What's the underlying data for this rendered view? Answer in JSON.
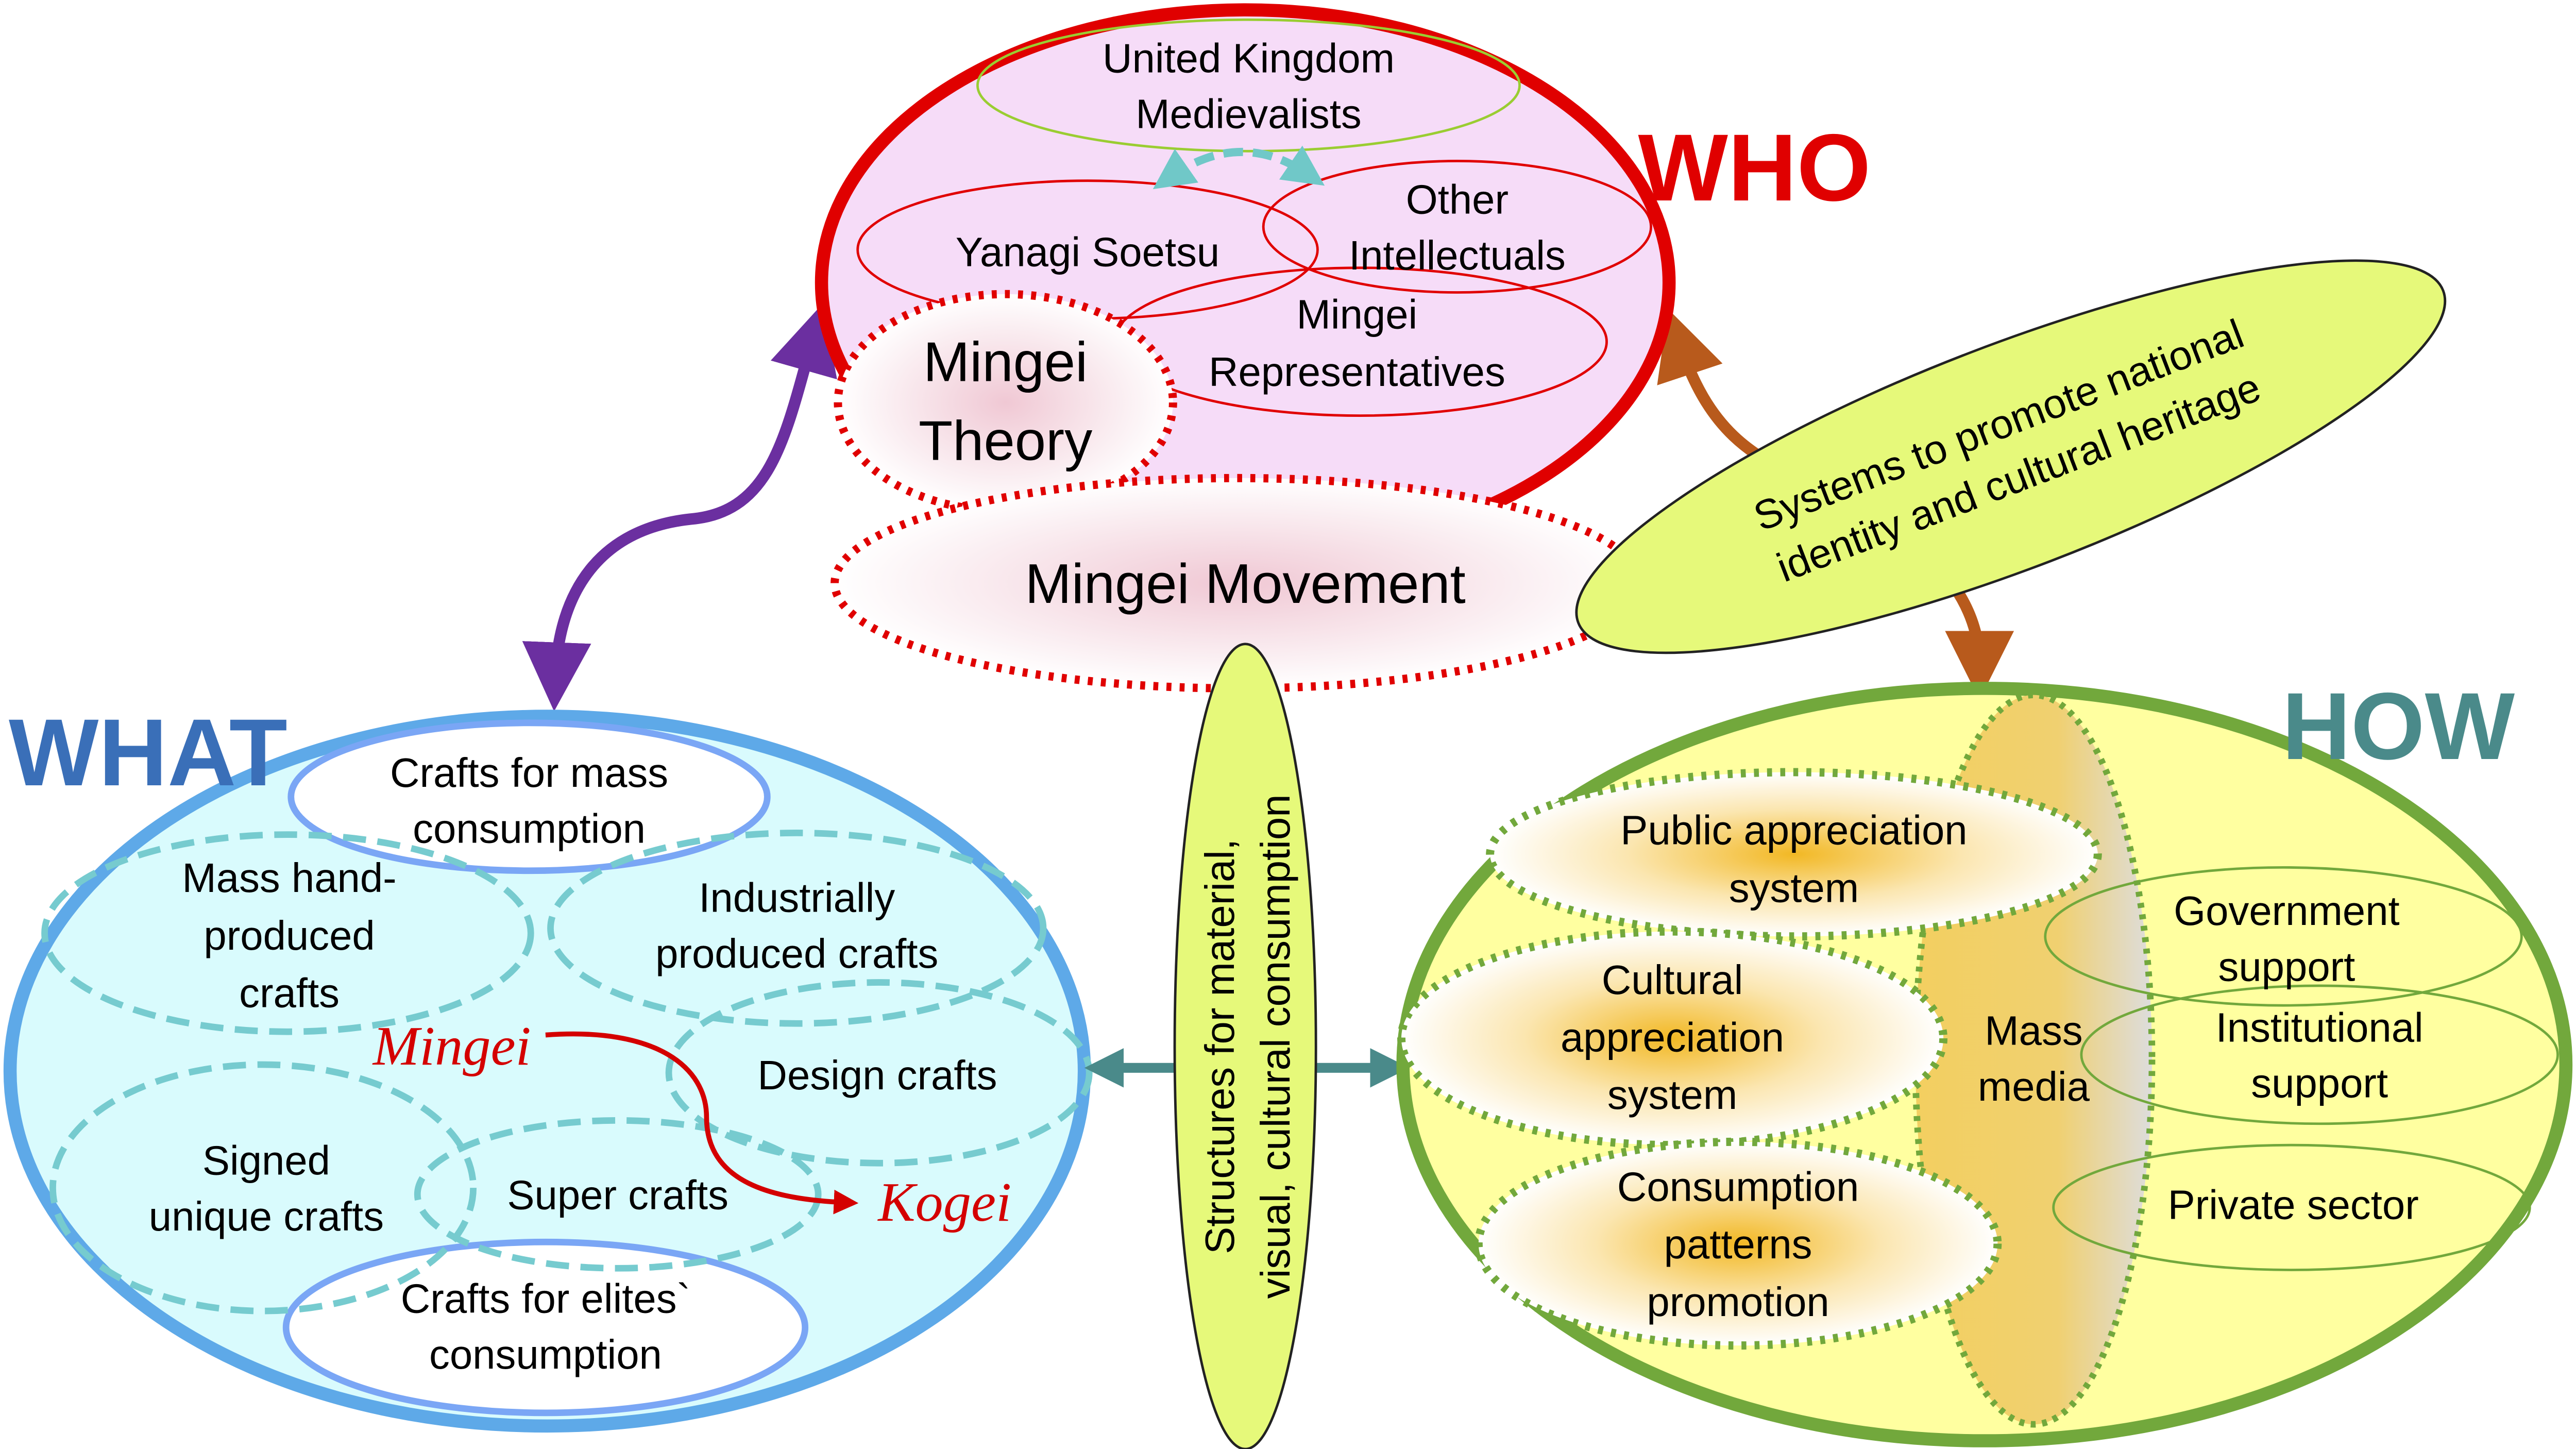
{
  "who": {
    "heading": "WHO",
    "uk_medievalists": [
      "United Kingdom",
      "Medievalists"
    ],
    "yanagi": "Yanagi Soetsu",
    "other_intellectuals": [
      "Other",
      "Intellectuals"
    ],
    "mingei_representatives": [
      "Mingei",
      "Representatives"
    ],
    "mingei_theory": [
      "Mingei",
      "Theory"
    ],
    "mingei_movement": "Mingei Movement"
  },
  "systems_label": [
    "Systems to promote national",
    "identity and cultural heritage"
  ],
  "structures_label": [
    "Structures for material,",
    "visual, cultural consumption"
  ],
  "what": {
    "heading": "WHAT",
    "mass_consumption": [
      "Crafts for mass",
      "consumption"
    ],
    "mass_hand": [
      "Mass hand-",
      "produced",
      "crafts"
    ],
    "industrial": [
      "Industrially",
      "produced crafts"
    ],
    "design": "Design crafts",
    "signed": [
      "Signed",
      "unique crafts"
    ],
    "super": "Super crafts",
    "elites": [
      "Crafts for elites`",
      "consumption"
    ],
    "mingei": "Mingei",
    "kogei": "Kogei"
  },
  "how": {
    "heading": "HOW",
    "public": [
      "Public appreciation",
      "system"
    ],
    "cultural": [
      "Cultural",
      "appreciation",
      "system"
    ],
    "consumption": [
      "Consumption",
      "patterns",
      "promotion"
    ],
    "mass_media": [
      "Mass",
      "media"
    ],
    "government": [
      "Government",
      "support"
    ],
    "institutional": [
      "Institutional",
      "support"
    ],
    "private": "Private sector"
  },
  "colors": {
    "who": "#e00000",
    "what": "#3a6fb8",
    "how": "#4a8a8a",
    "lime": "#e6f97a"
  }
}
